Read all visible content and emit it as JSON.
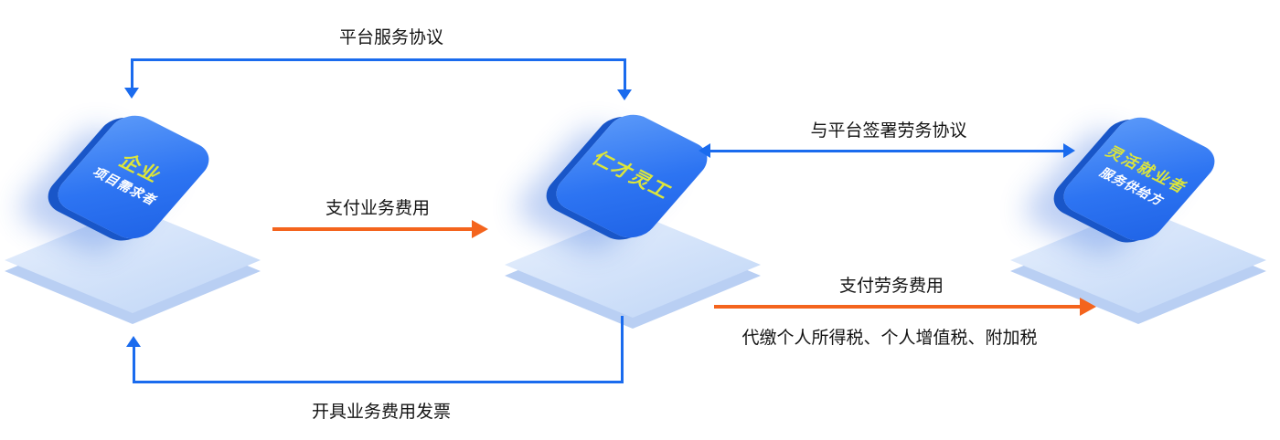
{
  "diagram": {
    "nodes": {
      "enterprise": {
        "title": "企业",
        "subtitle": "项目需求者"
      },
      "platform": {
        "title": "仁才灵工"
      },
      "worker": {
        "title": "灵活就业者",
        "subtitle": "服务供给方"
      }
    },
    "arrows": {
      "platform_service_agreement": {
        "label": "平台服务协议",
        "from": "enterprise",
        "to": "platform",
        "direction": "double",
        "color": "#1a6bee"
      },
      "pay_business_fee": {
        "label": "支付业务费用",
        "from": "enterprise",
        "to": "platform",
        "direction": "single",
        "color": "#f4641d"
      },
      "labor_agreement": {
        "label": "与平台签署劳务协议",
        "from": "platform",
        "to": "worker",
        "direction": "double",
        "color": "#1a6bee"
      },
      "pay_labor_fee": {
        "label": "支付劳务费用",
        "sublabel": "代缴个人所得税、个人增值税、附加税",
        "from": "platform",
        "to": "worker",
        "direction": "single",
        "color": "#f4641d"
      },
      "issue_invoice": {
        "label": "开具业务费用发票",
        "from": "platform",
        "to": "enterprise",
        "direction": "single",
        "color": "#1a6bee"
      }
    },
    "colors": {
      "arrow_blue": "#1a6bee",
      "arrow_orange": "#f4641d",
      "card_blue_light": "#5d9bf9",
      "card_blue": "#2d74f2",
      "card_blue_deep": "#1f63e6",
      "card_edge": "#1956c8",
      "platform_light": "#e9f1fd",
      "platform_fill": "#c9dcf8",
      "platform_edge": "#b9cff3",
      "title_yellow": "#dde63a",
      "subtitle_white": "#ffffff",
      "label_text": "#141414"
    }
  }
}
